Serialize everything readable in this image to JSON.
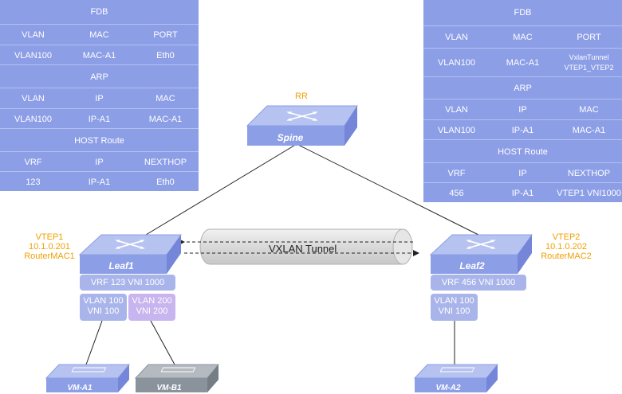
{
  "left_table": {
    "fdb_title": "FDB",
    "fdb_headers": [
      "VLAN",
      "MAC",
      "PORT"
    ],
    "fdb_row": [
      "VLAN100",
      "MAC-A1",
      "Eth0"
    ],
    "arp_title": "ARP",
    "arp_headers": [
      "VLAN",
      "IP",
      "MAC"
    ],
    "arp_row": [
      "VLAN100",
      "IP-A1",
      "MAC-A1"
    ],
    "route_title": "HOST Route",
    "route_headers": [
      "VRF",
      "IP",
      "NEXTHOP"
    ],
    "route_row": [
      "123",
      "IP-A1",
      "Eth0"
    ]
  },
  "right_table": {
    "fdb_title": "FDB",
    "fdb_headers": [
      "VLAN",
      "MAC",
      "PORT"
    ],
    "fdb_row": [
      "VLAN100",
      "MAC-A1",
      "VxlanTunnel",
      "VTEP1_VTEP2"
    ],
    "arp_title": "ARP",
    "arp_headers": [
      "VLAN",
      "IP",
      "MAC"
    ],
    "arp_row": [
      "VLAN100",
      "IP-A1",
      "MAC-A1"
    ],
    "route_title": "HOST Route",
    "route_headers": [
      "VRF",
      "IP",
      "NEXTHOP"
    ],
    "route_row": [
      "456",
      "IP-A1",
      "VTEP1 VNI1000"
    ]
  },
  "spine": {
    "role": "RR",
    "name": "Spine"
  },
  "leaf1": {
    "name": "Leaf1",
    "info": [
      "VTEP1",
      "10.1.0.201",
      "RouterMAC1"
    ],
    "vrf": "VRF 123 VNI 1000",
    "vlans": [
      {
        "vlan": "VLAN 100",
        "vni": "VNI 100"
      },
      {
        "vlan": "VLAN 200",
        "vni": "VNI 200"
      }
    ]
  },
  "leaf2": {
    "name": "Leaf2",
    "info": [
      "VTEP2",
      "10.1.0.202",
      "RouterMAC2"
    ],
    "vrf": "VRF 456 VNI 1000",
    "vlans": [
      {
        "vlan": "VLAN 100",
        "vni": "VNI 100"
      }
    ]
  },
  "tunnel": {
    "label": "VXLAN Tunnel"
  },
  "vms": [
    "VM-A1",
    "VM-B1",
    "VM-A2"
  ],
  "colors": {
    "table": "#8c9ee6",
    "device": "#8c9ee6",
    "vlan_blue": "#a9b5ea",
    "vlan_purple": "#c8b4ee",
    "vm_gray": "#8a939c",
    "label_orange": "#f0a000"
  }
}
